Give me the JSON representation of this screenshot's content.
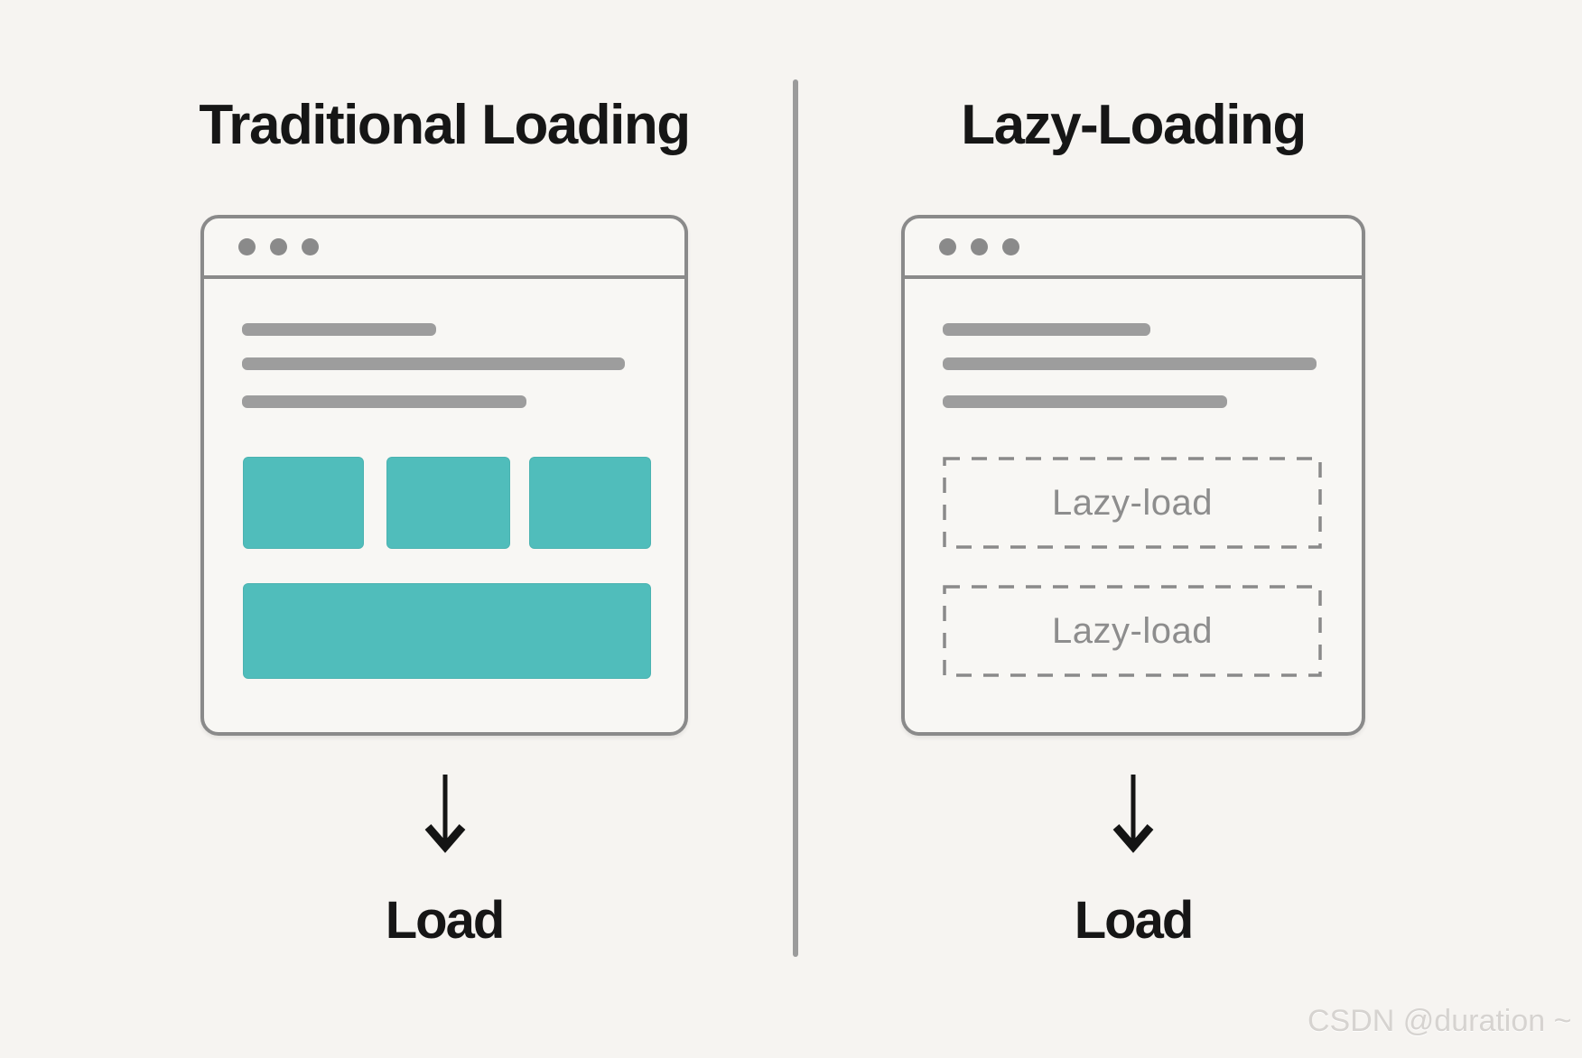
{
  "colors": {
    "page-bg": "#f6f4f1",
    "window-bg": "#f8f7f4",
    "window-border": "#8a8a8a",
    "bar-gray": "#9d9d9d",
    "teal": "#50bdbb",
    "dash-gray": "#8a8a8a",
    "placeholder-text": "#8d8d8d",
    "divider-gray": "#9b9b9b",
    "ink": "#161616",
    "watermark-gray": "#d6d3d0"
  },
  "left_panel": {
    "title": "Traditional Loading",
    "load_label": "Load",
    "browser": {
      "traffic_dots": 3,
      "text_bars": 3,
      "loaded_thumbnails": 3,
      "loaded_hero_blocks": 1
    }
  },
  "right_panel": {
    "title": "Lazy-Loading",
    "load_label": "Load",
    "browser": {
      "traffic_dots": 3,
      "text_bars": 3,
      "placeholders": [
        {
          "label": "Lazy-load"
        },
        {
          "label": "Lazy-load"
        }
      ]
    }
  },
  "watermark": "CSDN @duration ~"
}
